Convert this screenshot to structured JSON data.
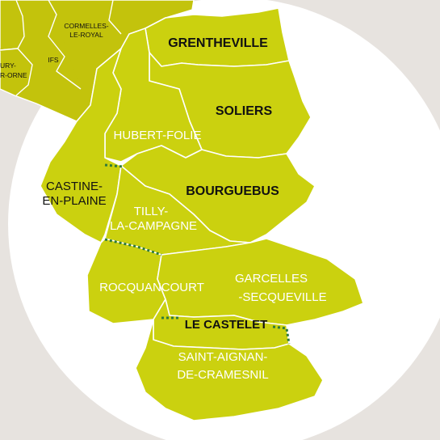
{
  "colors": {
    "background": "#e7e3df",
    "circle": "#ffffff",
    "commune_fill": "#cbd10f",
    "outer_fill": "#c3c30c",
    "border": "#ffffff",
    "dashed_limit": "#2f7a3b",
    "label_dark": "#111111",
    "label_light": "#ffffff"
  },
  "outer_labels": {
    "cormelles": [
      "CORMELLES-",
      "LE-ROYAL"
    ],
    "ifs": "IFS",
    "fleury": [
      "URY-",
      "R-ORNE"
    ]
  },
  "communes": {
    "grentheville": "GRENTHEVILLE",
    "soliers": "SOLIERS",
    "hubert_folie": "HUBERT-FOLIE",
    "castine": [
      "CASTINE-",
      "EN-PLAINE"
    ],
    "bourguebus": "BOURGUEBUS",
    "tilly": [
      "TILLY-",
      "LA-CAMPAGNE"
    ],
    "rocquancourt": "ROCQUANCOURT",
    "garcelles": [
      "GARCELLES",
      "-SECQUEVILLE"
    ],
    "le_castelet": "LE CASTELET",
    "saint_aignan": [
      "SAINT-AIGNAN-",
      "DE-CRAMESNIL"
    ]
  }
}
